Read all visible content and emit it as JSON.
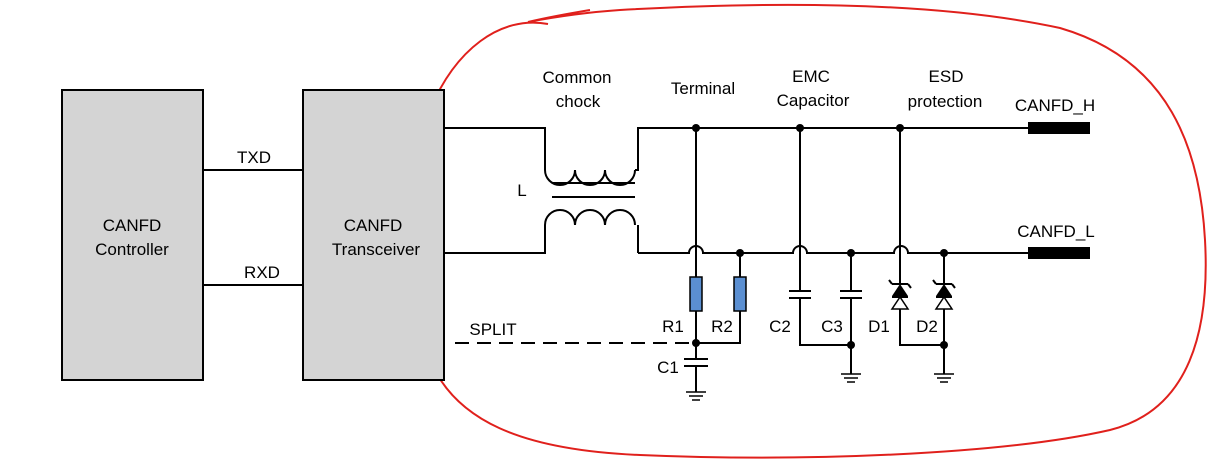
{
  "blocks": {
    "controller": {
      "line1": "CANFD",
      "line2": "Controller"
    },
    "transceiver": {
      "line1": "CANFD",
      "line2": "Transceiver"
    }
  },
  "signals": {
    "txd": "TXD",
    "rxd": "RXD",
    "split": "SPLIT"
  },
  "sections": {
    "common_choke": {
      "line1": "Common",
      "line2": "chock"
    },
    "terminal": "Terminal",
    "emc": {
      "line1": "EMC",
      "line2": "Capacitor"
    },
    "esd": {
      "line1": "ESD",
      "line2": "protection"
    }
  },
  "components": {
    "inductor": "L",
    "r1": "R1",
    "r2": "R2",
    "c1": "C1",
    "c2": "C2",
    "c3": "C3",
    "d1": "D1",
    "d2": "D2"
  },
  "outputs": {
    "canfd_h": "CANFD_H",
    "canfd_l": "CANFD_L"
  },
  "colors": {
    "block_fill": "#d4d4d4",
    "resistor_fill": "#5b8fd1",
    "annotation": "#e0201c"
  }
}
